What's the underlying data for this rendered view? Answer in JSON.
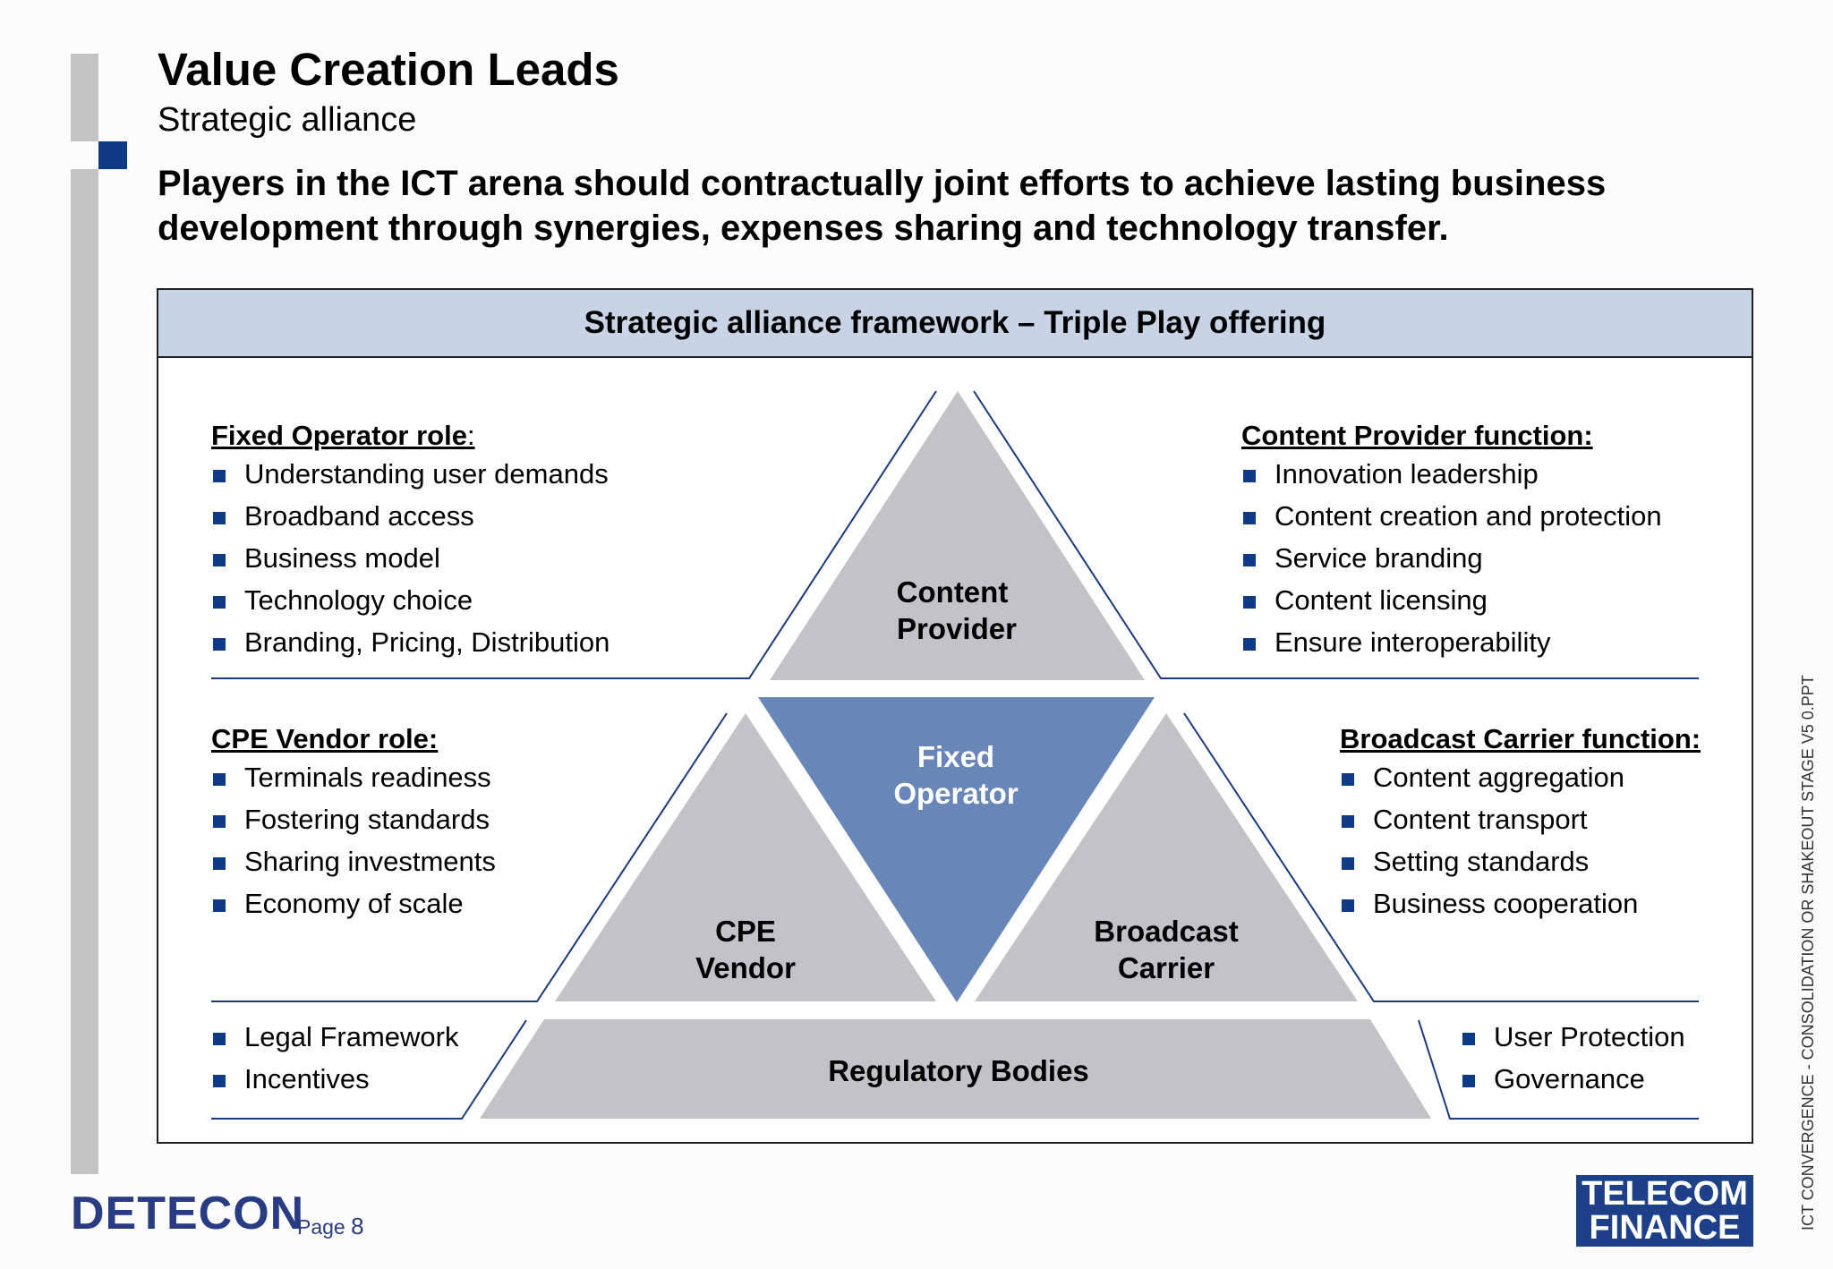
{
  "header": {
    "title": "Value Creation Leads",
    "subtitle": "Strategic alliance",
    "headline": "Players in the ICT arena should contractually joint efforts to achieve lasting business development through synergies, expenses sharing and technology transfer."
  },
  "framework": {
    "title": "Strategic alliance framework – Triple Play offering",
    "triangles": {
      "content_provider": [
        "Content",
        "Provider"
      ],
      "fixed_operator": [
        "Fixed",
        "Operator"
      ],
      "cpe_vendor": [
        "CPE",
        "Vendor"
      ],
      "broadcast_carrier": [
        "Broadcast",
        "Carrier"
      ],
      "regulatory_bodies": "Regulatory Bodies"
    },
    "colors": {
      "grey_triangle": "#c3c2c6",
      "blue_triangle": "#6886b8",
      "line": "#1b3a7c",
      "header_bg": "#c8d3e5"
    },
    "fixed_operator_role": {
      "heading": "Fixed Operator role",
      "heading_suffix": ":",
      "items": [
        "Understanding user demands",
        "Broadband access",
        "Business model",
        "Technology choice",
        "Branding, Pricing, Distribution"
      ]
    },
    "content_provider_function": {
      "heading": "Content Provider function:",
      "items": [
        "Innovation leadership",
        "Content creation and protection",
        "Service branding",
        "Content licensing",
        "Ensure interoperability"
      ]
    },
    "cpe_vendor_role": {
      "heading": "CPE Vendor role:",
      "items": [
        "Terminals readiness",
        "Fostering standards",
        "Sharing investments",
        "Economy of scale"
      ]
    },
    "broadcast_carrier_function": {
      "heading": "Broadcast Carrier function:",
      "items": [
        "Content aggregation",
        "Content transport",
        "Setting standards",
        "Business cooperation"
      ]
    },
    "regulatory_left": {
      "items": [
        "Legal Framework",
        "Incentives"
      ]
    },
    "regulatory_right": {
      "items": [
        "User Protection",
        "Governance"
      ]
    }
  },
  "footer": {
    "company_logo": "DETECON",
    "page_label": "Page",
    "page_number": "8",
    "partner_logo_line1": "TELECOM",
    "partner_logo_line2": "FINANCE",
    "file_note": "ICT CONVERGENCE - CONSOLIDATION OR SHAKEOUT STAGE V5 0.PPT"
  }
}
